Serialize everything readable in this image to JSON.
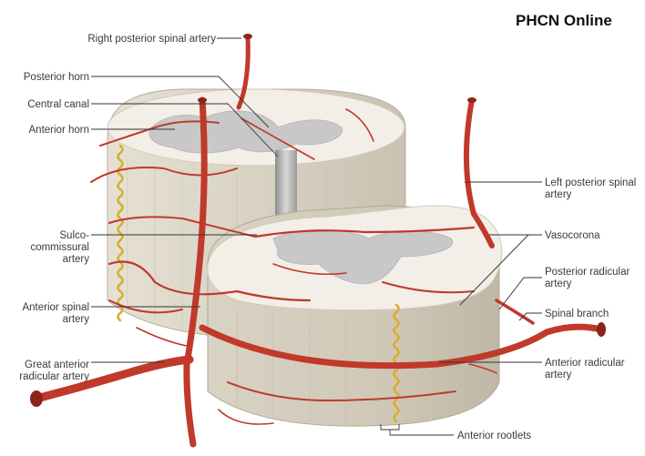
{
  "brand": "PHCN Online",
  "labels": {
    "right_posterior_spinal_artery": "Right posterior spinal artery",
    "posterior_horn": "Posterior horn",
    "central_canal": "Central canal",
    "anterior_horn": "Anterior horn",
    "sulco_commissural_artery": [
      "Sulco-",
      "commissural",
      "artery"
    ],
    "anterior_spinal_artery": [
      "Anterior spinal",
      "artery"
    ],
    "great_anterior_radicular_artery": [
      "Great anterior",
      "radicular artery"
    ],
    "left_posterior_spinal_artery": [
      "Left posterior spinal",
      "artery"
    ],
    "vasocorona": "Vasocorona",
    "posterior_radicular_artery": [
      "Posterior radicular",
      "artery"
    ],
    "spinal_branch": "Spinal branch",
    "anterior_radicular_artery": [
      "Anterior radicular",
      "artery"
    ],
    "anterior_rootlets": "Anterior rootlets"
  },
  "colors": {
    "artery": "#c0392b",
    "artery_dark": "#8e2419",
    "cord_top": "#f2ede6",
    "cord_side": "#dcd6c8",
    "grey_matter": "#c9c9c9",
    "rootlets": "#e4c04a",
    "leader_line": "#333333",
    "label_text": "#3a3a3a"
  }
}
